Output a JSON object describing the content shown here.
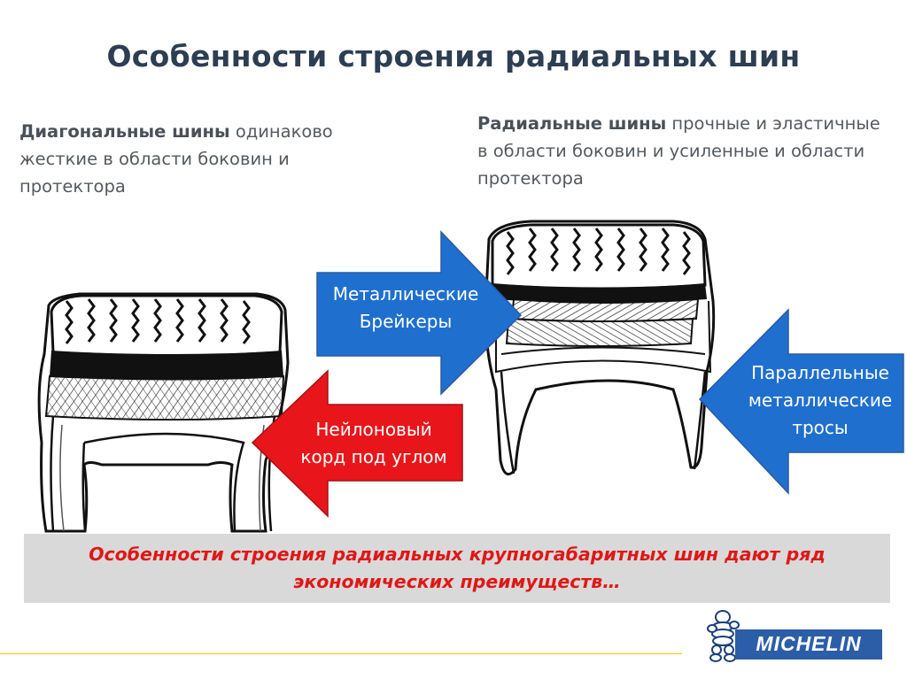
{
  "title": "Особенности строения радиальных шин",
  "left_desc": {
    "bold": "Диагональные шины",
    "rest": " одинаково жесткие в области боковин и протектора"
  },
  "right_desc": {
    "bold": "Радиальные шины",
    "rest": " прочные и эластичные в области боковин и усиленные и области протектора"
  },
  "arrows": {
    "breakers": {
      "line1": "Металлические",
      "line2": "Брейкеры",
      "color": "#1f6fcf"
    },
    "nylon": {
      "line1": "Нейлоновый",
      "line2": "корд под углом",
      "color": "#e8161b"
    },
    "cables": {
      "line1": "Параллельные",
      "line2": "металлические",
      "line3": "тросы",
      "color": "#1f6fcf"
    }
  },
  "banner": {
    "line1": "Особенности строения радиальных крупногабаритных шин дают ряд",
    "line2": "экономических преимуществ…"
  },
  "logo": {
    "text": "MICHELIN",
    "icon": "michelin-man-icon",
    "color": "#2c5ea8"
  }
}
